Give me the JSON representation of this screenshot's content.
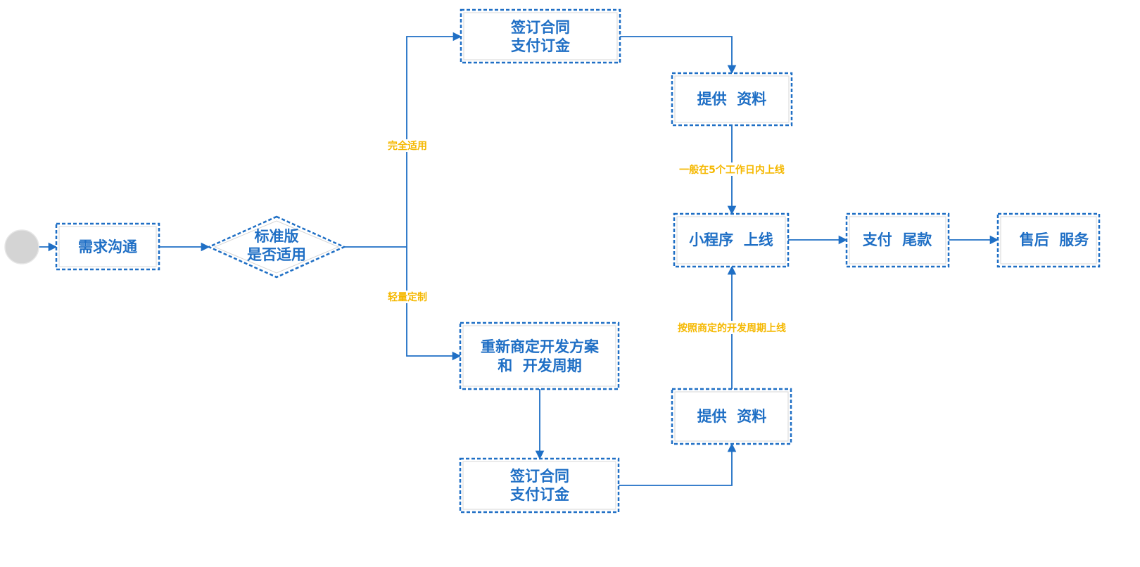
{
  "colors": {
    "primary": "#1f6fc5",
    "label": "#f5b800",
    "start_node": "#d4d4d4"
  },
  "nodes": {
    "requirement": "需求沟通",
    "decision": [
      "标准版",
      "是否适用"
    ],
    "contract_top": [
      "签订合同",
      "支付订金"
    ],
    "materials_top": "提供  资料",
    "replan": [
      "重新商定开发方案",
      "和  开发周期"
    ],
    "contract_bottom": [
      "签订合同",
      "支付订金"
    ],
    "materials_bottom": "提供  资料",
    "launch": "小程序  上线",
    "final_payment": "支付  尾款",
    "after_sales": "售后  服务"
  },
  "edge_labels": {
    "fully_applicable": "完全适用",
    "light_custom": "轻量定制",
    "five_days": "一般在5个工作日内上线",
    "agreed_cycle": "按照商定的开发周期上线"
  }
}
